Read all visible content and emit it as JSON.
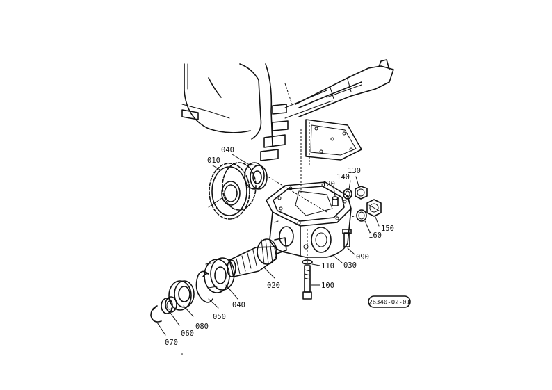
{
  "parts": [
    {
      "id": "p010",
      "label": "010"
    },
    {
      "id": "p040a",
      "label": "040"
    },
    {
      "id": "p120",
      "label": "120"
    },
    {
      "id": "p140",
      "label": "140"
    },
    {
      "id": "p130",
      "label": "130"
    },
    {
      "id": "p150",
      "label": "150"
    },
    {
      "id": "p160",
      "label": "160"
    },
    {
      "id": "p090",
      "label": "090"
    },
    {
      "id": "p030",
      "label": "030"
    },
    {
      "id": "p110",
      "label": "110"
    },
    {
      "id": "p100",
      "label": "100"
    },
    {
      "id": "p020",
      "label": "020"
    },
    {
      "id": "p040b",
      "label": "040"
    },
    {
      "id": "p050",
      "label": "050"
    },
    {
      "id": "p080",
      "label": "080"
    },
    {
      "id": "p060",
      "label": "060"
    },
    {
      "id": "p070",
      "label": "070"
    }
  ],
  "drawing_ref": "26340-02-01"
}
